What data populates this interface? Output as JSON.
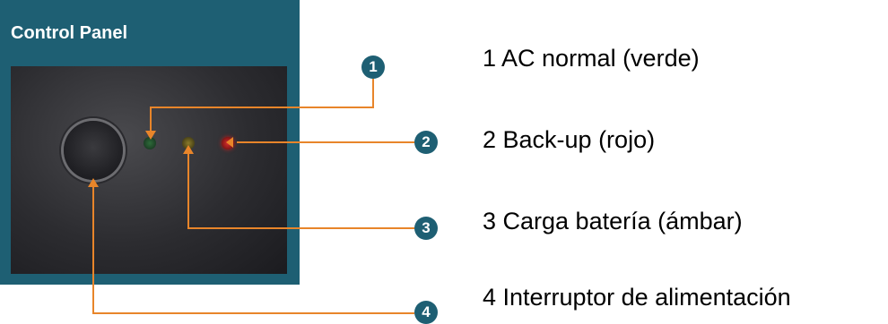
{
  "panel": {
    "title": "Control Panel"
  },
  "callouts": [
    {
      "number": "1",
      "label": "1 AC normal (verde)",
      "target": "green LED"
    },
    {
      "number": "2",
      "label": "2 Back-up (rojo)",
      "target": "red LED"
    },
    {
      "number": "3",
      "label": "3 Carga batería (ámbar)",
      "target": "amber LED"
    },
    {
      "number": "4",
      "label": "4 Interruptor de alimentación",
      "target": "power button"
    }
  ],
  "colors": {
    "panel_frame": "#1e5f73",
    "leader_line": "#e8852a",
    "badge": "#1e5f73",
    "led_green": "#2e6b3a",
    "led_amber": "#8a7a2a",
    "led_red": "#d62c2c"
  }
}
